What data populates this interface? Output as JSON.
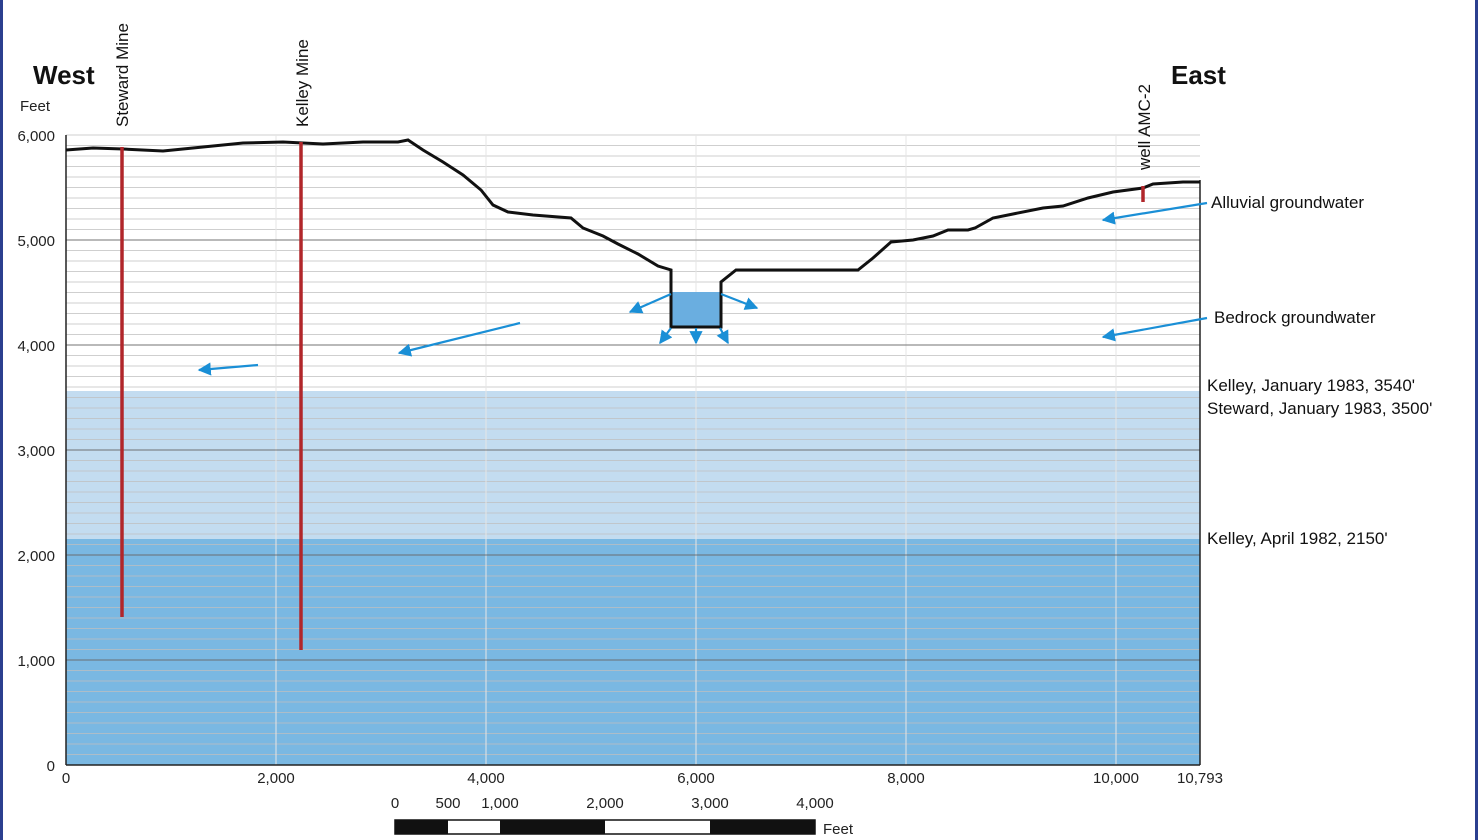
{
  "direction": {
    "west": "West",
    "east": "East"
  },
  "y_axis": {
    "unit": "Feet",
    "ticks": [
      "6,000",
      "5,000",
      "4,000",
      "3,000",
      "2,000",
      "1,000",
      "0"
    ]
  },
  "x_axis": {
    "ticks": [
      "0",
      "2,000",
      "4,000",
      "6,000",
      "8,000",
      "10,000",
      "10,793"
    ]
  },
  "wells": {
    "steward": "Steward Mine",
    "kelley": "Kelley Mine",
    "amc": "well AMC-2"
  },
  "annotations": {
    "alluvial": "Alluvial groundwater",
    "bedrock": "Bedrock groundwater",
    "kelley_1983": "Kelley, January 1983, 3540'",
    "steward_1983": "Steward, January 1983, 3500'",
    "kelley_1982": "Kelley, April 1982, 2150'"
  },
  "scale_bar": {
    "labels": [
      "0",
      "500",
      "1,000",
      "2,000",
      "3,000",
      "4,000"
    ],
    "unit": "Feet"
  },
  "colors": {
    "upper_water": "#c3dcf0",
    "lower_water": "#7ab8e2",
    "pit_water": "#6aaee0",
    "mine_shaft": "#b1262a",
    "arrow": "#1a8fd6",
    "frame": "#2b3f8f"
  },
  "water_levels_ft": [
    3540,
    3500,
    2150
  ]
}
